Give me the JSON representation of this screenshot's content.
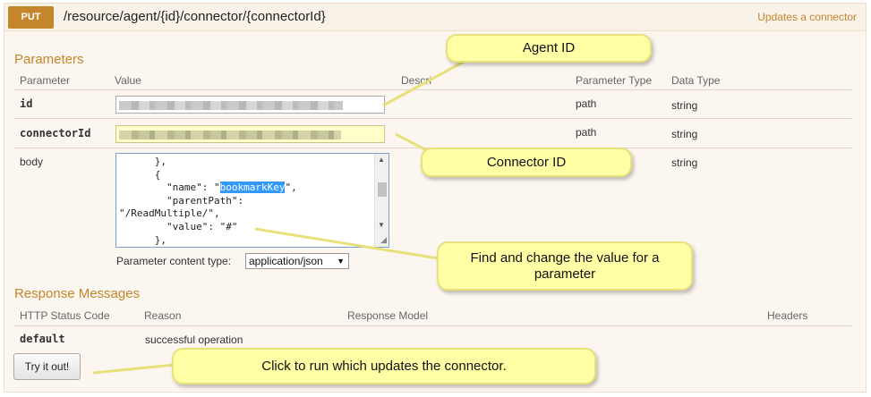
{
  "operation": {
    "method": "PUT",
    "path": "/resource/agent/{id}/connector/{connectorId}",
    "summary": "Updates a connector"
  },
  "parameters": {
    "title": "Parameters",
    "headers": {
      "parameter": "Parameter",
      "value": "Value",
      "description": "Descri",
      "param_type": "Parameter Type",
      "data_type": "Data Type"
    },
    "rows": [
      {
        "name": "id",
        "param_type": "path",
        "data_type": "string"
      },
      {
        "name": "connectorId",
        "param_type": "path",
        "data_type": "string"
      },
      {
        "name": "body",
        "param_type": "",
        "data_type": "string"
      }
    ],
    "body_lines": {
      "l1": "      },",
      "l2": "      {",
      "l3_pre": "        \"name\": \"",
      "l3_sel": "bookmarkKey",
      "l3_post": "\",",
      "l4": "        \"parentPath\":",
      "l5": "\"/ReadMultiple/\",",
      "l6": "        \"value\": \"#\"",
      "l7": "      },"
    },
    "content_type_label": "Parameter content type:",
    "content_type_value": "application/json"
  },
  "responses": {
    "title": "Response Messages",
    "headers": {
      "status": "HTTP Status Code",
      "reason": "Reason",
      "model": "Response Model",
      "headers": "Headers"
    },
    "rows": [
      {
        "status": "default",
        "reason": "successful operation"
      }
    ]
  },
  "try_button": "Try it out!",
  "callouts": {
    "agent_id": "Agent ID",
    "connector_id": "Connector ID",
    "find_change_line1": "Find and change the value for a",
    "find_change_line2": "parameter",
    "run": "Click to run which updates the connector."
  },
  "colors": {
    "accent": "#c5862b",
    "callout_fill": "#ffffa5",
    "selection": "#3399ff"
  }
}
